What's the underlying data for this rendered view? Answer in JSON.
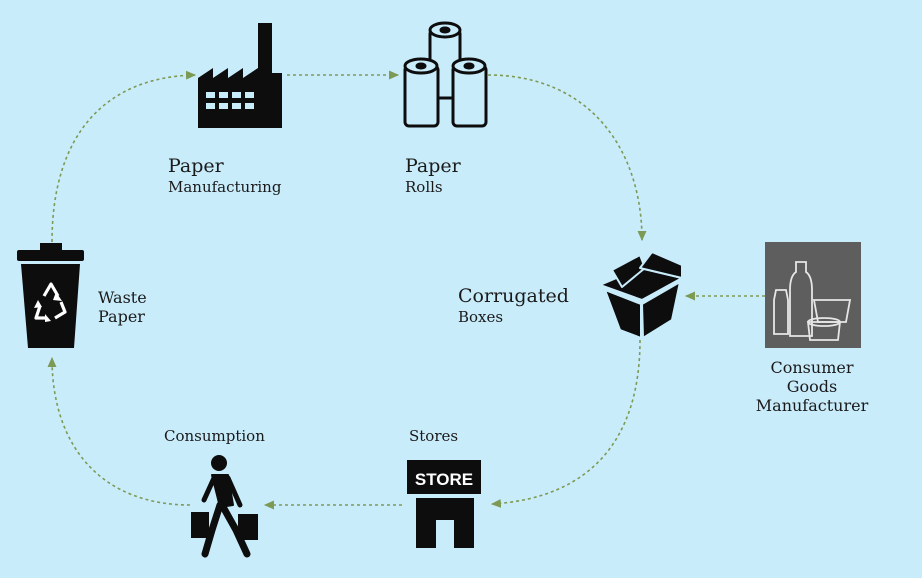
{
  "colors": {
    "background": "#c9ecfb",
    "arrow": "#7d9a55",
    "icon": "#0d0d0d",
    "consumer_goods_tile": "#5e5e5e"
  },
  "nodes": {
    "paper_manufacturing": {
      "line1": "Paper",
      "line2": "Manufacturing",
      "icon": "factory-icon"
    },
    "paper_rolls": {
      "line1": "Paper",
      "line2": "Rolls",
      "icon": "paper-rolls-icon"
    },
    "corrugated_boxes": {
      "line1": "Corrugated",
      "line2": "Boxes",
      "icon": "open-box-icon"
    },
    "consumer_goods": {
      "line1": "Consumer",
      "line2": "Goods",
      "line3": "Manufacturer",
      "icon": "bottles-containers-icon"
    },
    "stores": {
      "label": "Stores",
      "sign": "STORE",
      "icon": "store-icon"
    },
    "consumption": {
      "label": "Consumption",
      "icon": "shopper-icon"
    },
    "waste_paper": {
      "line1": "Waste",
      "line2": "Paper",
      "icon": "recycle-bin-icon"
    }
  }
}
